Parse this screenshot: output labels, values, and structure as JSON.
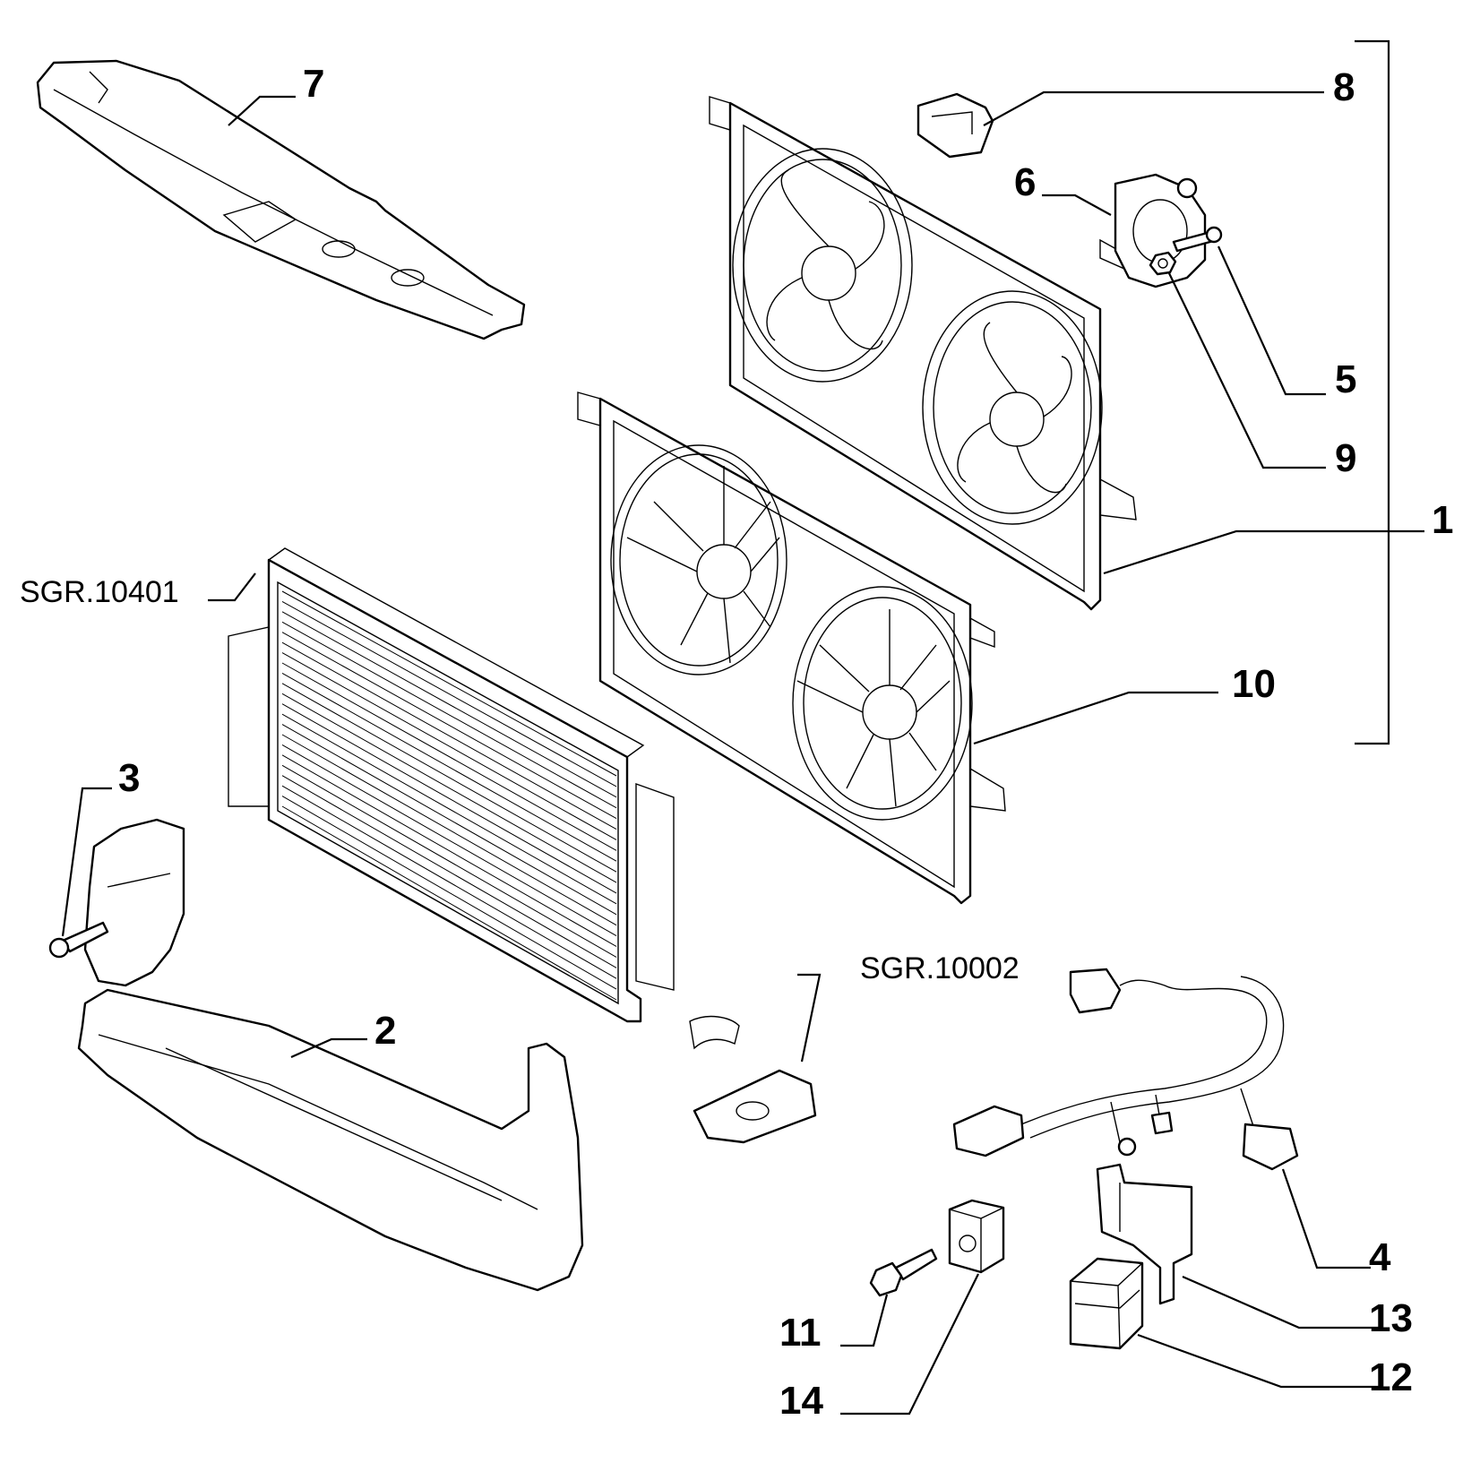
{
  "callouts": {
    "c1": "1",
    "c2": "2",
    "c3": "3",
    "c4": "4",
    "c5": "5",
    "c6": "6",
    "c7": "7",
    "c8": "8",
    "c9": "9",
    "c10": "10",
    "c11": "11",
    "c12": "12",
    "c13": "13",
    "c14": "14"
  },
  "references": {
    "radiator_group": "SGR.10401",
    "hose_group": "SGR.10002"
  },
  "colors": {
    "line": "#000000",
    "background": "#ffffff"
  }
}
